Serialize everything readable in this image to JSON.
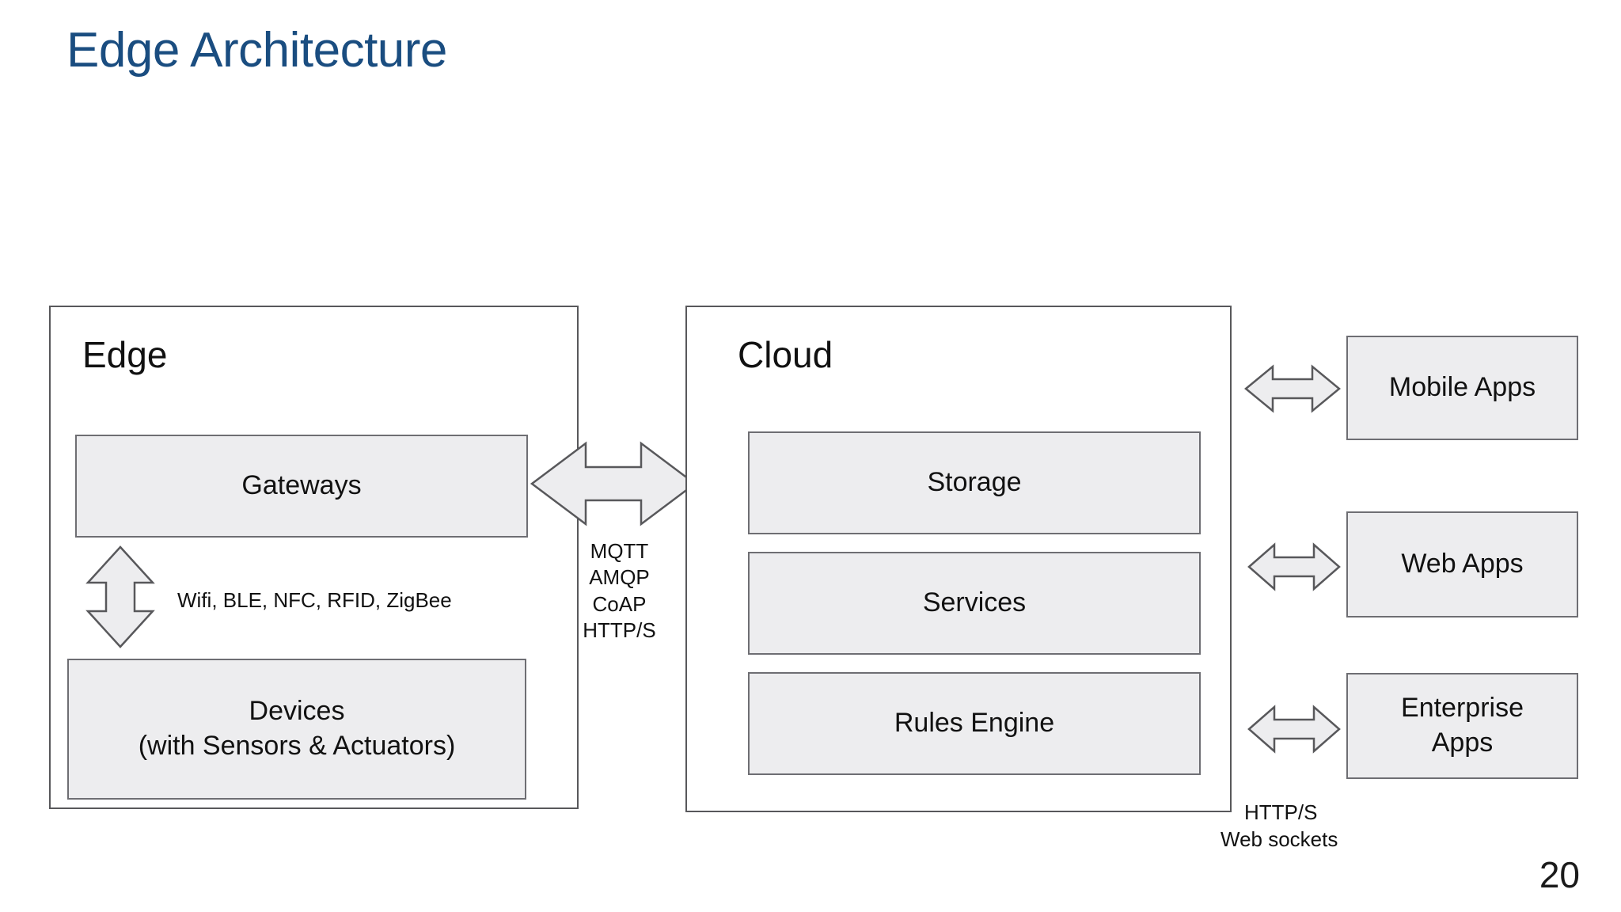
{
  "slide": {
    "title": "Edge Architecture",
    "page_number": "20",
    "title_color": "#1A4D80",
    "box_fill": "#EDEDEF",
    "box_border": "#6E6E73",
    "container_border": "#58585B",
    "arrow_fill": "#EDEDEF",
    "arrow_stroke": "#58585B"
  },
  "edge": {
    "label": "Edge",
    "gateways": "Gateways",
    "devices_line1": "Devices",
    "devices_line2": "(with Sensors & Actuators)",
    "local_protocols": "Wifi, BLE, NFC, RFID, ZigBee"
  },
  "cloud": {
    "label": "Cloud",
    "components": [
      {
        "label": "Storage"
      },
      {
        "label": "Services"
      },
      {
        "label": "Rules Engine"
      }
    ]
  },
  "edge_cloud_protocols": {
    "lines": [
      "MQTT",
      "AMQP",
      "CoAP",
      "HTTP/S"
    ],
    "line1": "MQTT",
    "line2": "AMQP",
    "line3": "CoAP",
    "line4": "HTTP/S"
  },
  "clients": {
    "items": [
      {
        "label": "Mobile Apps",
        "line1": "Mobile Apps",
        "line2": ""
      },
      {
        "label": "Web Apps",
        "line1": "Web Apps",
        "line2": ""
      },
      {
        "label": "Enterprise Apps",
        "line1": "Enterprise",
        "line2": "Apps"
      }
    ],
    "protocols_line1": "HTTP/S",
    "protocols_line2": "Web sockets"
  }
}
